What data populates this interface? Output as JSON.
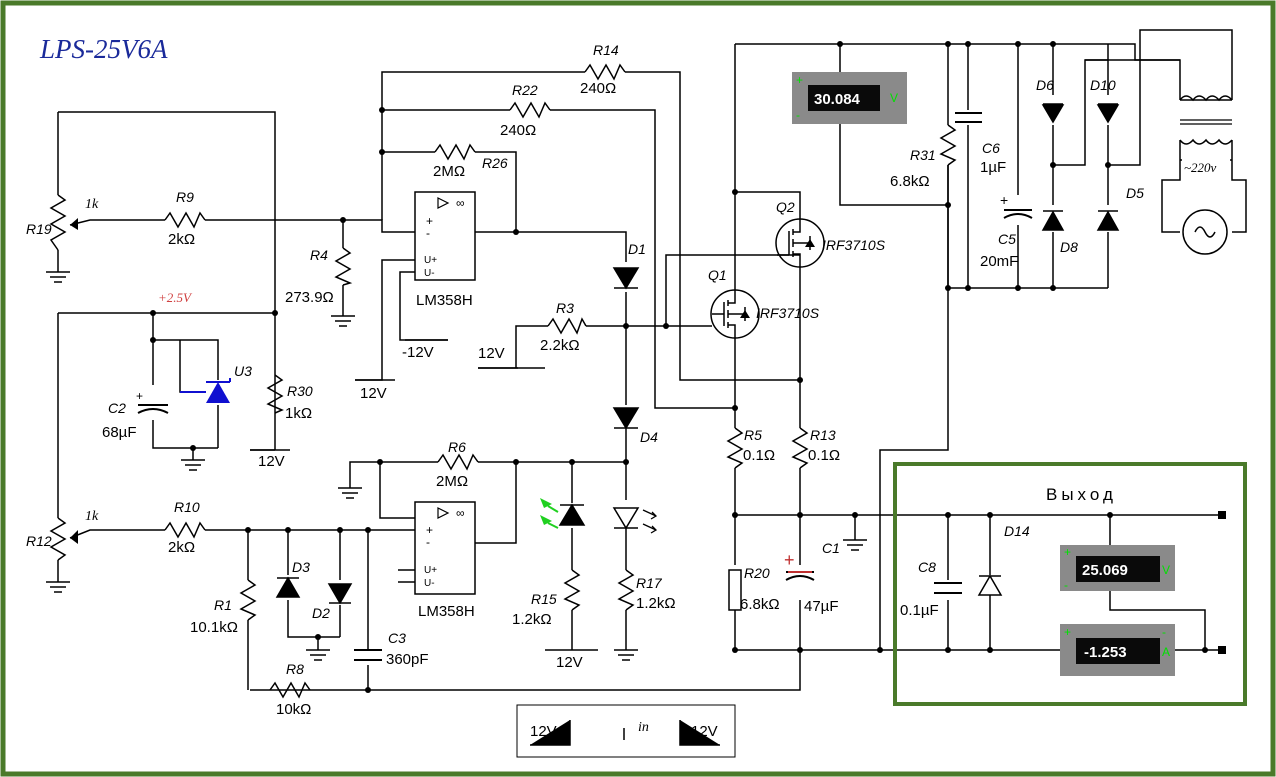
{
  "title": "LPS-25V6A",
  "colors": {
    "frame": "#4a7a2a",
    "wire": "#000000",
    "meter_body": "#8a8a8a",
    "meter_screen": "#0a0a0a",
    "meter_text": "#ffffff",
    "meter_unit": "#00e000",
    "zener": "#1010d0",
    "led": "#20d020",
    "title": "#1a2a9a",
    "ref_label": "#d04040"
  },
  "labels": {
    "r19": "R19",
    "r19_val": "1k",
    "r9": "R9",
    "r9_val": "2kΩ",
    "r4": "R4",
    "r4_val": "273.9Ω",
    "r14": "R14",
    "r14_val": "240Ω",
    "r22": "R22",
    "r22_val": "240Ω",
    "r26": "R26",
    "r26_val": "2MΩ",
    "opamp1": "LM358H",
    "opamp2": "LM358H",
    "neg12_a": "-12V",
    "v12_a": "12V",
    "ref": "+2.5V",
    "u3": "U3",
    "c2": "C2",
    "c2_val": "68µF",
    "r30": "R30",
    "r30_val": "1kΩ",
    "v12_b": "12V",
    "r3": "R3",
    "r3_val": "2.2kΩ",
    "v12_c": "12V",
    "d1": "D1",
    "d4": "D4",
    "q1": "Q1",
    "q1_val": "IRF3710S",
    "q2": "Q2",
    "q2_val": "IRF3710S",
    "r5": "R5",
    "r5_val": "0.1Ω",
    "r13": "R13",
    "r13_val": "0.1Ω",
    "r31": "R31",
    "r31_val": "6.8kΩ",
    "c6": "C6",
    "c6_val": "1µF",
    "c5": "C5",
    "c5_val": "20mF",
    "d5": "D5",
    "d6": "D6",
    "d8": "D8",
    "d10": "D10",
    "mains": "~220v",
    "r12": "R12",
    "r12_val": "1k",
    "r10": "R10",
    "r10_val": "2kΩ",
    "r6": "R6",
    "r6_val": "2MΩ",
    "d3": "D3",
    "d2": "D2",
    "r1": "R1",
    "r1_val": "10.1kΩ",
    "c3": "C3",
    "c3_val": "360pF",
    "r8": "R8",
    "r8_val": "10kΩ",
    "r15": "R15",
    "r15_val": "1.2kΩ",
    "v12_d": "12V",
    "r17": "R17",
    "r17_val": "1.2kΩ",
    "r20": "R20",
    "r20_val": "6.8kΩ",
    "c1": "C1",
    "c1_val": "47µF",
    "c8": "C8",
    "c8_val": "0.1µF",
    "d14": "D14",
    "output": "Выход",
    "legend_12v": "12V",
    "legend_in": "in",
    "legend_neg12v": "-12V",
    "plus": "+",
    "minus": "-",
    "u_plus": "U+",
    "u_minus": "U-",
    "infinity": "∞"
  },
  "meters": {
    "top_voltmeter": {
      "value": "30.084",
      "unit": "V"
    },
    "out_voltmeter": {
      "value": "25.069",
      "unit": "V"
    },
    "out_ammeter": {
      "value": "-1.253",
      "unit": "A"
    }
  }
}
